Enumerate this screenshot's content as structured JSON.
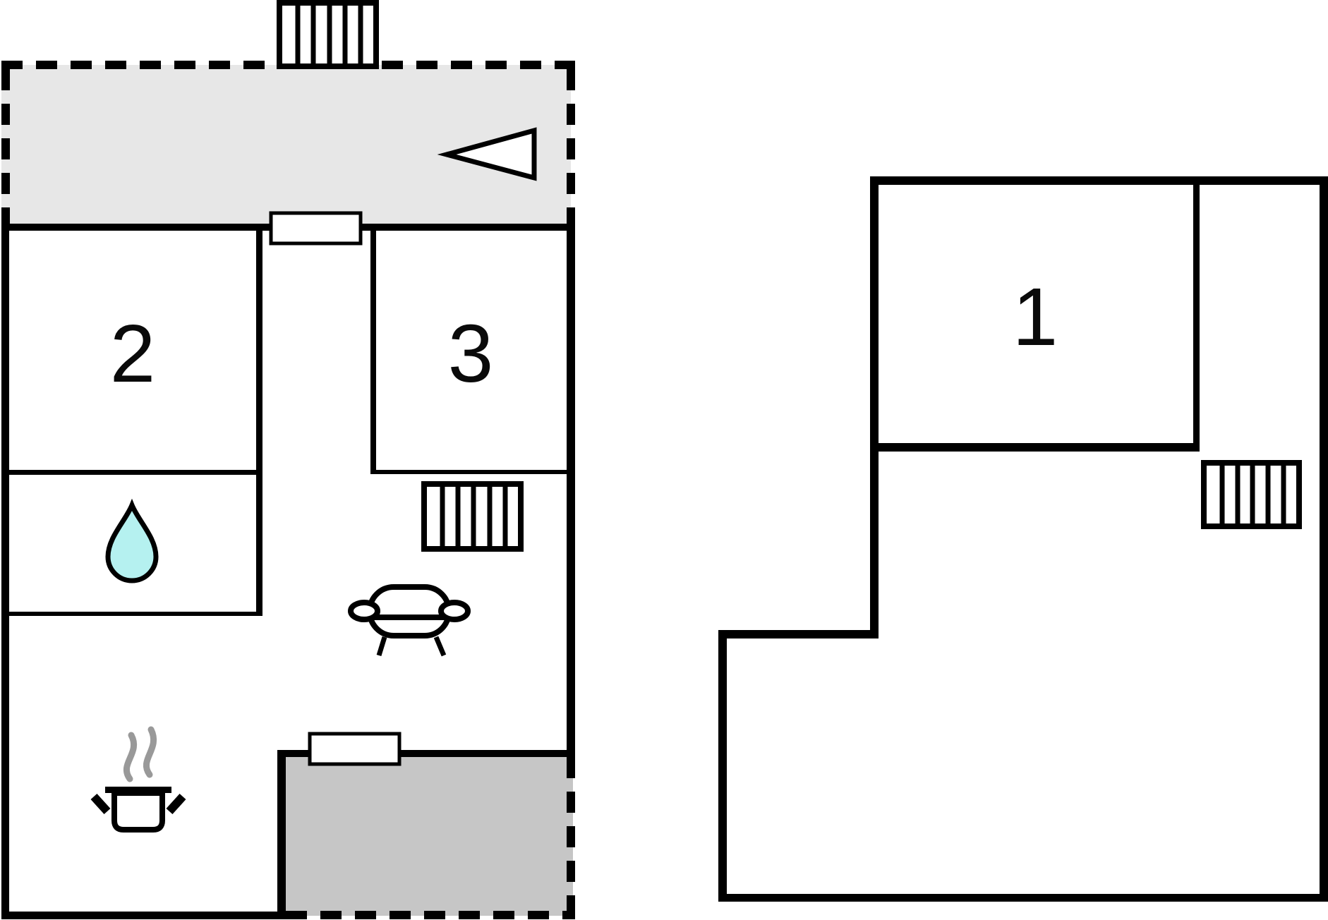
{
  "floorplan": {
    "title": "apartment-floorplan",
    "rooms": [
      {
        "id": "room-1",
        "label": "1"
      },
      {
        "id": "room-2",
        "label": "2"
      },
      {
        "id": "room-3",
        "label": "3"
      }
    ],
    "colors": {
      "wall": "#000000",
      "terrace": "#e7e7e7",
      "covered_terrace": "#c6c6c6",
      "water_drop": "#b5f1f0",
      "steam": "#999999",
      "background": "#ffffff",
      "window_fill": "#ffffff"
    },
    "icons": [
      "stairs-icon",
      "direction-arrow-icon",
      "window",
      "radiator-icon",
      "sofa-icon",
      "water-drop-icon",
      "cooking-pot-icon",
      "steam-icon"
    ]
  }
}
